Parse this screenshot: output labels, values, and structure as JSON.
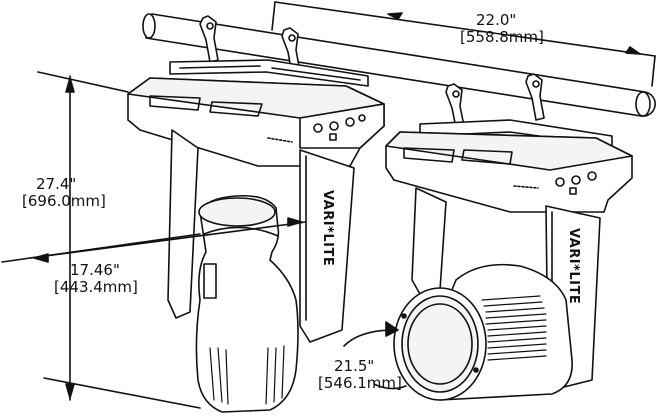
{
  "diagram": {
    "dimensions": {
      "rail_width": {
        "imperial": "22.0\"",
        "metric": "[558.8mm]"
      },
      "height": {
        "imperial": "27.4\"",
        "metric": "[696.0mm]"
      },
      "head_width": {
        "imperial": "17.46\"",
        "metric": "[443.4mm]"
      },
      "head_diagonal": {
        "imperial": "21.5\"",
        "metric": "[546.1mm]"
      }
    },
    "brand_label": "VARI*LITE",
    "colors": {
      "line": "#111111",
      "background": "#ffffff"
    }
  }
}
